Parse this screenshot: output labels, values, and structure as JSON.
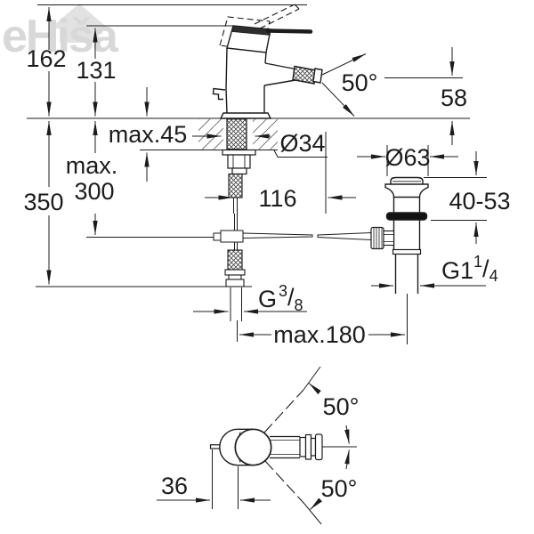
{
  "watermark": {
    "text": "eHiša"
  },
  "side_view": {
    "name": "bidet single-lever mixer with pop-up waste, side elevation",
    "dims": {
      "total_height": "162",
      "height_to_spout": "131",
      "deck_thickness": "max.45",
      "hose_max_word": "max.",
      "hose_max_value": "300",
      "supply_length": "350",
      "hole_diameter": "Ø34",
      "spout_projection": "116",
      "spout_angle": "50°",
      "outlet_height": "58",
      "waste_flange_diameter": "Ø63",
      "waste_height_range": "40-53",
      "waste_thread": {
        "base": "G1",
        "sup": "1",
        "slash": "/",
        "sub": "4"
      },
      "supply_thread": {
        "base": "G",
        "sup": "3",
        "slash": "/",
        "sub": "8"
      },
      "rod_reach": "max.180"
    }
  },
  "plan_view": {
    "name": "bidet mixer plan view",
    "dims": {
      "lever_offset": "36",
      "swivel_angle_upper": "50°",
      "swivel_angle_lower": "50°"
    }
  }
}
